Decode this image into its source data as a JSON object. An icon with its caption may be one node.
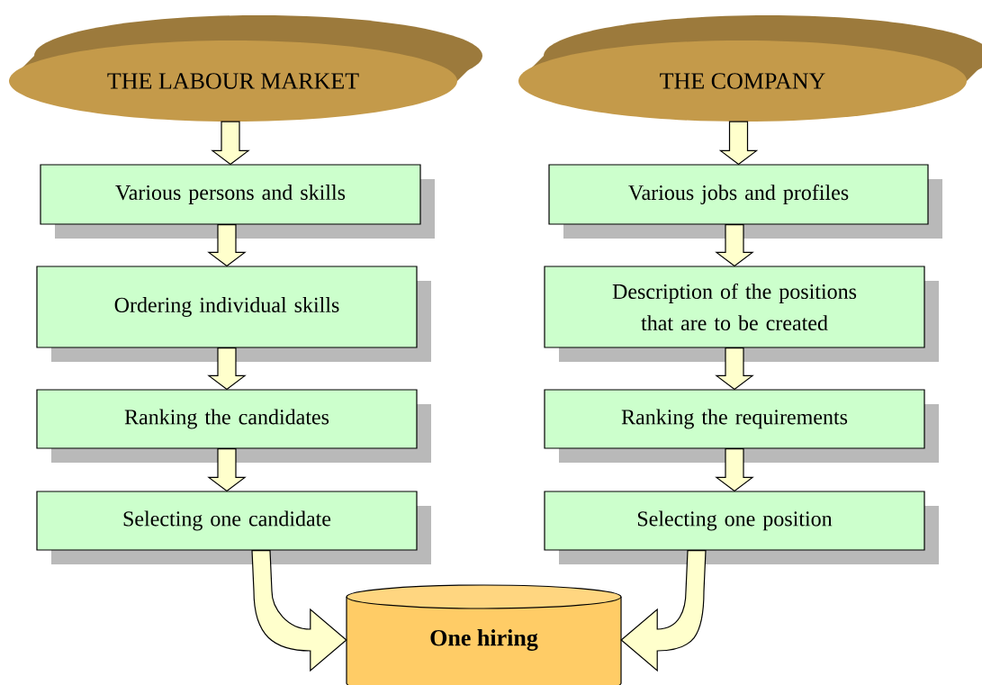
{
  "diagram": {
    "nodes": [
      {
        "text": [
          "THE LABOUR MARKET"
        ]
      },
      {
        "text": [
          "Various persons and skills"
        ]
      },
      {
        "text": [
          "Ordering individual skills"
        ]
      },
      {
        "text": [
          "Ranking the candidates"
        ]
      },
      {
        "text": [
          "Selecting one candidate"
        ]
      },
      {
        "text": [
          "THE COMPANY"
        ]
      },
      {
        "text": [
          "Various jobs and profiles"
        ]
      },
      {
        "text": [
          "Description of the positions that are to be created"
        ]
      },
      {
        "text": [
          "Ranking the requirements"
        ]
      },
      {
        "text": [
          "Selecting one position"
        ]
      },
      {
        "text": [
          "**One hiring**"
        ]
      }
    ],
    "edges": [
      {
        "from": 0,
        "to": 1,
        "arrow": "to"
      },
      {
        "from": 1,
        "to": 2,
        "arrow": "to"
      },
      {
        "from": 2,
        "to": 3,
        "arrow": "to"
      },
      {
        "from": 3,
        "to": 4,
        "arrow": "to"
      },
      {
        "from": 4,
        "to": 10,
        "arrow": "to"
      },
      {
        "from": 5,
        "to": 6,
        "arrow": "to"
      },
      {
        "from": 6,
        "to": 7,
        "arrow": "to"
      },
      {
        "from": 7,
        "to": 8,
        "arrow": "to"
      },
      {
        "from": 8,
        "to": 9,
        "arrow": "to"
      },
      {
        "from": 9,
        "to": 10,
        "arrow": "to"
      }
    ]
  }
}
